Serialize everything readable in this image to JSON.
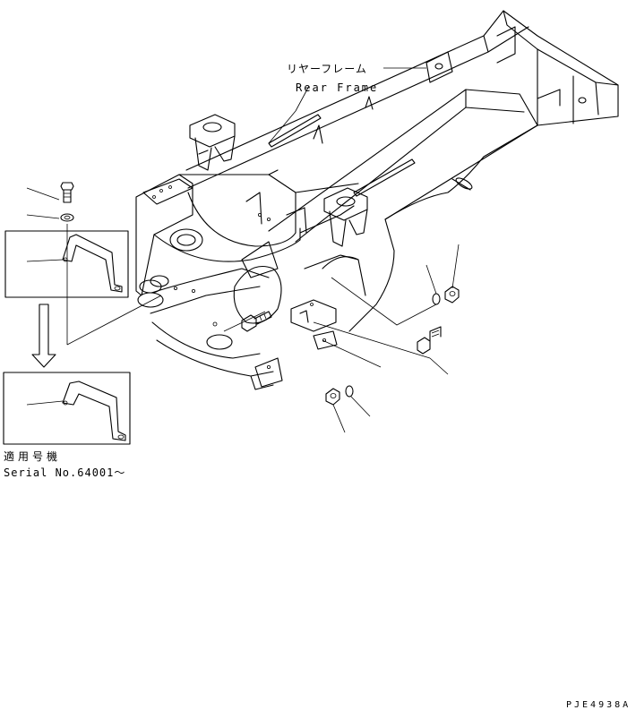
{
  "labels": {
    "rear_frame_jp": "リヤーフレーム",
    "rear_frame_en": "Rear Frame",
    "serial_jp": "適用号機",
    "serial_en": "Serial No.64001～",
    "drawing_code": "PJE4938A"
  }
}
